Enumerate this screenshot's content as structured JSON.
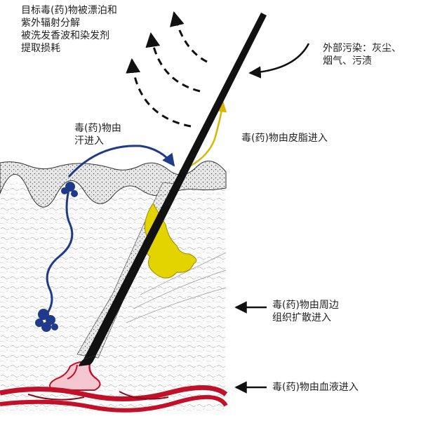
{
  "labels": {
    "breakdown": {
      "lines": [
        "目标毒(药)物被漂泊和",
        "紫外辐射分解",
        "被洗发香波和染发剂",
        "提取损耗"
      ]
    },
    "external_pollution": {
      "lines": [
        "外部污染：灰尘、",
        "烟气、污渍"
      ]
    },
    "sweat_entry": {
      "lines": [
        "毒(药)物由",
        "汗进入"
      ]
    },
    "sebum_entry": {
      "lines": [
        "毒(药)物由皮脂进入"
      ]
    },
    "diffusion_entry": {
      "lines": [
        "毒(药)物由周边",
        "组织扩散进入"
      ]
    },
    "blood_entry": {
      "lines": [
        "毒(药)物由血液进入"
      ]
    }
  },
  "colors": {
    "hair": "#111111",
    "sweat_gland": "#1f3a8a",
    "sebaceous_gland": "#e3d400",
    "sebum_arrow": "#d6b800",
    "blood_vessel": "#c0102a",
    "papilla": "#f4c6cf",
    "arrow": "#111111",
    "skin_outline": "#333333"
  }
}
